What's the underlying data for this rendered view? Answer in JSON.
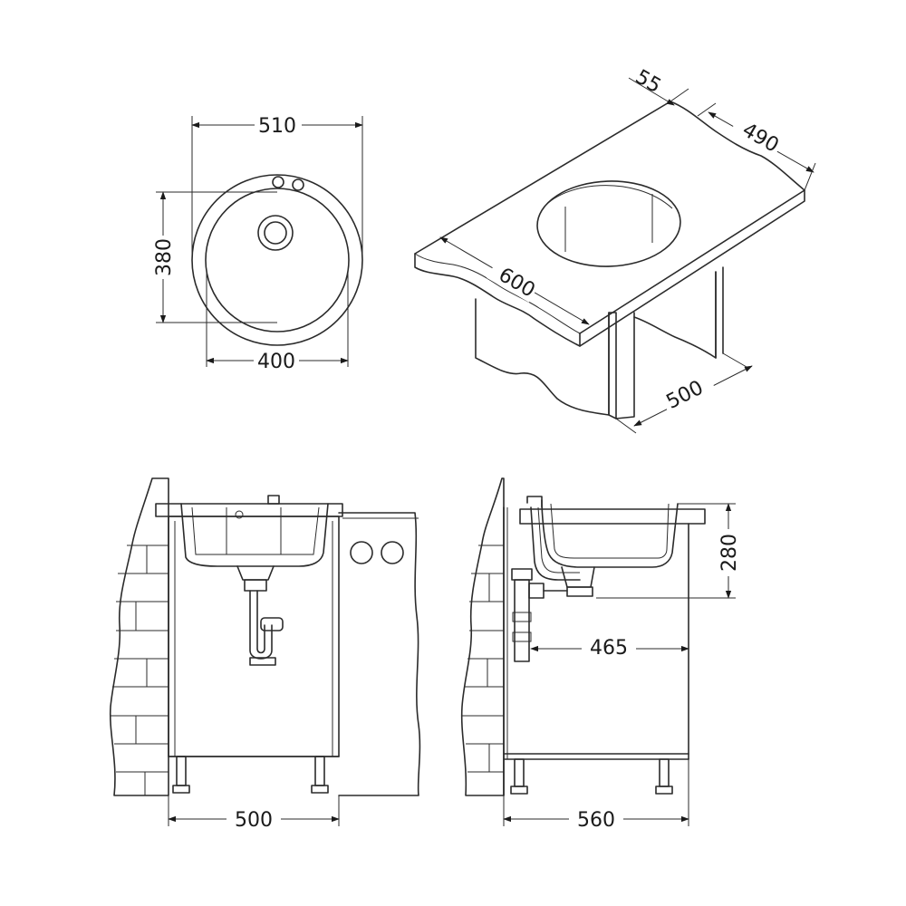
{
  "dimensions": {
    "top_view": {
      "overall_width": "510",
      "depth": "380",
      "bowl_width": "400"
    },
    "perspective_view": {
      "edge": "55",
      "cutout_depth": "490",
      "cabinet_width": "600",
      "cabinet_depth": "500"
    },
    "front_view": {
      "cabinet_width": "500"
    },
    "side_view": {
      "bowl_depth": "280",
      "drain_offset": "465",
      "cabinet_depth": "560"
    }
  }
}
